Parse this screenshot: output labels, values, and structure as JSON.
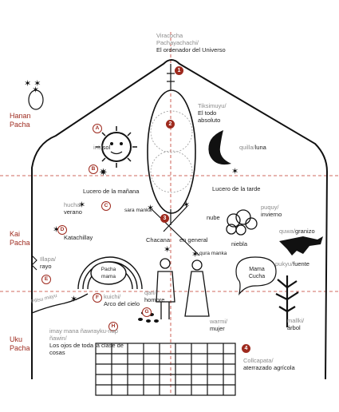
{
  "top": {
    "name_gray": "Viracocha Pachayachachi/",
    "name_black": "El ordenador del Universo"
  },
  "zones": {
    "hanan": "Hanan Pacha",
    "kai": "Kai Pacha",
    "uku": "Uku Pacha"
  },
  "markers": {
    "n1": "1",
    "n2": "2",
    "n3": "3",
    "n4": "4",
    "A": "A",
    "B": "B",
    "C": "C",
    "D": "D",
    "E": "E",
    "F": "F",
    "G": "G",
    "H": "H"
  },
  "labels": {
    "tiksimuyu": {
      "gray": "Tiksimuyu/",
      "black": "El todo absoluto"
    },
    "inti": {
      "gray": "inti/",
      "black": "sol"
    },
    "quilla": {
      "gray": "quilla/",
      "black": "luna"
    },
    "morning_star": "Lucero de la mañana",
    "evening_star": "Lucero de la tarde",
    "hucha": {
      "gray": "hucha/",
      "black": "verano"
    },
    "sara_manka": "sara manka",
    "chacana": "Chacana",
    "en_general": "en general",
    "qura_manka": "qura manka",
    "nube": "nube",
    "puquy": {
      "gray": "puquy/",
      "black": "invierno"
    },
    "niebla": "niebla",
    "quwa": {
      "gray": "quwa/",
      "black": "granizo"
    },
    "pukyu": {
      "gray": "pukyu/",
      "black": "fuente"
    },
    "mama_cucha": "Mama Cucha",
    "katachillay": "Katachillay",
    "illapa": {
      "gray": "Illapa/",
      "black": "rayo"
    },
    "pacha_mama": "Pacha mama",
    "kuichi": {
      "gray": "kuichi/",
      "black": "Arco del cielo"
    },
    "qari": {
      "gray": "qari/",
      "black": "hombre"
    },
    "warmi": {
      "gray": "warmi/",
      "black": "mujer"
    },
    "mallki": {
      "gray": "mallki/",
      "black": "árbol"
    },
    "pillsu_mayu": "Pillsu mayu",
    "imay": {
      "gray": "imay mana ñawrayku-nap ñawin/",
      "black": "Los ojos de toda la clase de cosas"
    },
    "collcapata": {
      "gray": "Collcapata/",
      "black": "aterrazado agrícola"
    }
  }
}
